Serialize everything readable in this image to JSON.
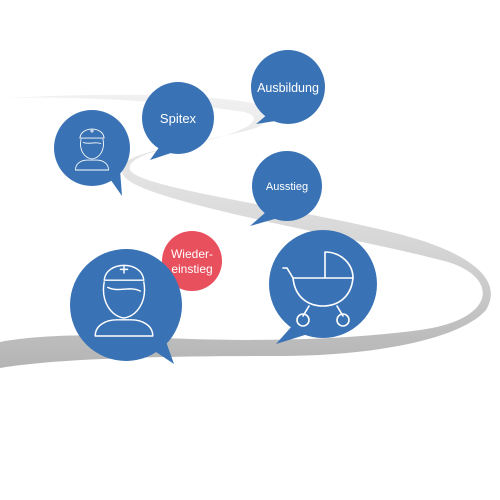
{
  "colors": {
    "bubble_blue": "#3a73b5",
    "bubble_red": "#e8505e",
    "road_light": "#f1f1f1",
    "road_dark": "#b4b4b4",
    "text": "#ffffff"
  },
  "bubbles": [
    {
      "id": "nurse-small",
      "kind": "icon",
      "icon": "nurse-icon"
    },
    {
      "id": "spitex",
      "kind": "text",
      "label": "Spitex"
    },
    {
      "id": "ausbildung",
      "kind": "text",
      "label": "Ausbildung"
    },
    {
      "id": "ausstieg",
      "kind": "text",
      "label": "Ausstieg"
    },
    {
      "id": "wiedereinstieg",
      "kind": "text",
      "lines": [
        "Wieder-",
        "einstieg"
      ]
    },
    {
      "id": "nurse-large",
      "kind": "icon",
      "icon": "nurse-icon"
    },
    {
      "id": "pram",
      "kind": "icon",
      "icon": "baby-carriage-icon"
    }
  ]
}
